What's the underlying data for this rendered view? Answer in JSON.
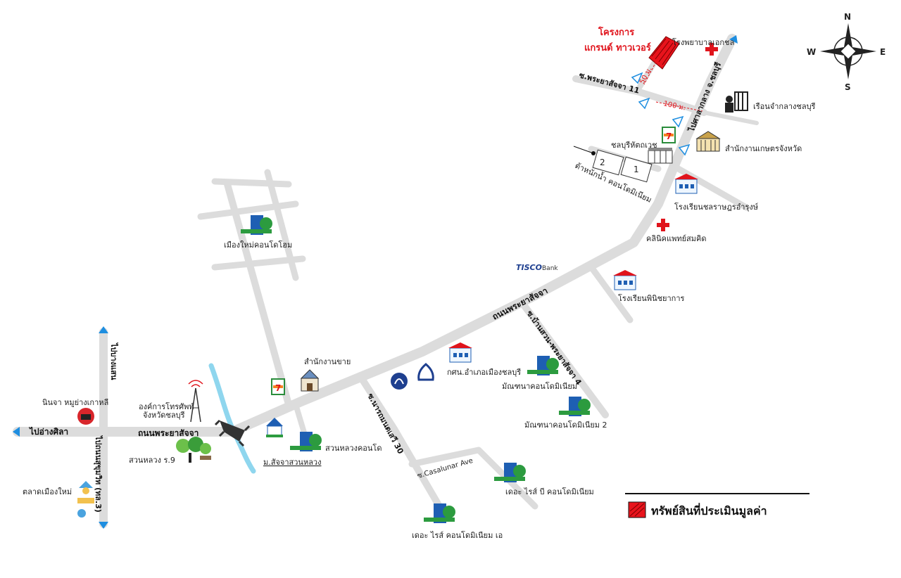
{
  "project": {
    "line1": "โครงการ",
    "line2": "แกรนด์ ทาวเวอร์"
  },
  "compass": {
    "n": "N",
    "s": "S",
    "e": "E",
    "w": "W"
  },
  "legend": {
    "label": "ทรัพย์สินที่ประเมินมูลค่า"
  },
  "colors": {
    "road": "#dcdcdc",
    "subject": "#e8141c",
    "river": "#8fd6ee",
    "arrow": "#1e8ee0"
  },
  "roads": {
    "main_prayasatja": "ถนนพระยาสัจจา",
    "main_prayasatja_west": "ถนนพระยาสัจจา",
    "soi_prayasatja_11": "ซ.พระยาสัจจา 11",
    "to_court": "ไปศาลากลาง จ.ชลบุรี",
    "soi_bansuan": "ซ.บ้านสวน-พระยาสัจจา 4",
    "soi_narongnamtaksin": "ซ.นารถมนตเสวี 30",
    "soi_casalunar": "ซ.Casalunar Ave",
    "to_angsila": "ไปอ่างศิลา",
    "to_highway": "ไปถนนสุขุมวิท (ทล.3)",
    "to_top": "ไปบางแสน"
  },
  "distances": {
    "d50": "50 ม.",
    "d100": "100 ม."
  },
  "places": {
    "private_hospital": "โรงพยาบาลเอกชล",
    "prison": "เรือนจำกลางชลบุรี",
    "agri_office": "สำนักงานเกษตรจังหวัด",
    "chonburi_car": "ชลบุรีหัตถเวช",
    "lot_2": "2",
    "lot_1": "1",
    "condo_office": "ต้าหนักน้ำ คอนโดมิเนียม",
    "school_chonrat": "โรงเรียนชลราษฎรอำรุงษ์",
    "clinic": "คลินิคแพทย์สมคิด",
    "tisco": "TISCO",
    "tisco_bank": "Bank",
    "school_commerce": "โรงเรียนพินิชยาการ",
    "mueang_mai_condo": "เมืองใหม่คอนโดโฮม",
    "sales_office": "สำนักงานขาย",
    "nfe_office": "กศน.อำเภอเมืองชลบุรี",
    "monthana_condo": "มัณฑนาคอนโดมิเนียม",
    "monthana_condo_2": "มัณฑนาคอนโดมิเนียม 2",
    "suanluang_condo": "สวนหลวงคอนโด",
    "mor_satja": "ม.สัจจาสวนหลวง",
    "suanluang_r9": "สวนหลวง ร.9",
    "tot_line1": "องค์การโทรศัพท์",
    "tot_line2": "จังหวัดชลบุรี",
    "ninja_korean": "นินจา หมูย่างเกาหลี",
    "talad_mueang_mai": "ตลาดเมืองใหม่",
    "the_rise_b": "เดอะ ไรส์ บี คอนโดมิเนียม",
    "the_rise_a": "เดอะ ไรส์ คอนโดมิเนียม เอ",
    "seven_eleven": "7"
  }
}
